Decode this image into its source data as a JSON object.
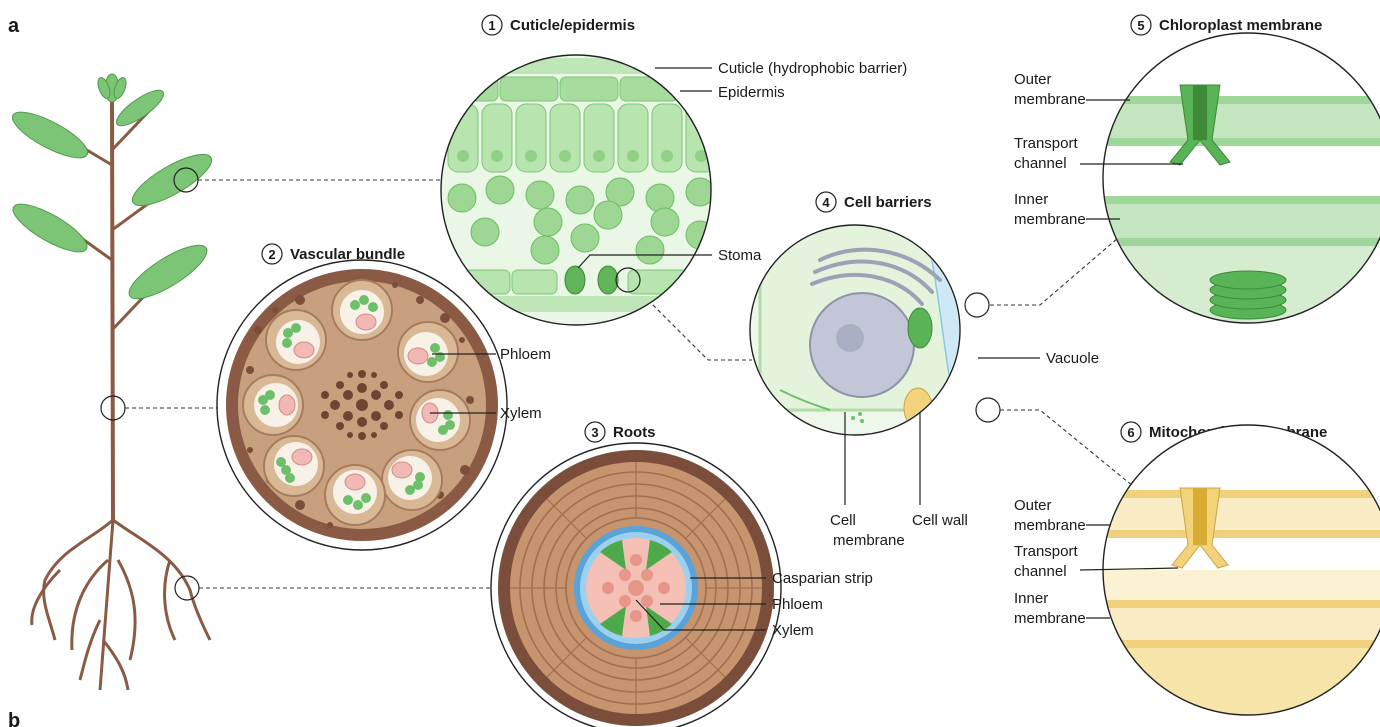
{
  "panel_a": "a",
  "panel_b": "b",
  "section1": {
    "number": "1",
    "title": "Cuticle/epidermis",
    "labels": {
      "cuticle": "Cuticle (hydrophobic barrier)",
      "epidermis": "Epidermis",
      "stoma": "Stoma"
    }
  },
  "section2": {
    "number": "2",
    "title": "Vascular bundle",
    "labels": {
      "phloem": "Phloem",
      "xylem": "Xylem"
    }
  },
  "section3": {
    "number": "3",
    "title": "Roots",
    "labels": {
      "casparian": "Casparian strip",
      "phloem": "Phloem",
      "xylem": "Xylem"
    }
  },
  "section4": {
    "number": "4",
    "title": "Cell barriers",
    "labels": {
      "vacuole": "Vacuole",
      "cell_membrane_1": "Cell",
      "cell_membrane_2": "membrane",
      "cell_wall": "Cell wall"
    }
  },
  "section5": {
    "number": "5",
    "title": "Chloroplast membrane",
    "labels": {
      "outer_1": "Outer",
      "outer_2": "membrane",
      "transport_1": "Transport",
      "transport_2": "channel",
      "inner_1": "Inner",
      "inner_2": "membrane"
    }
  },
  "section6": {
    "number": "6",
    "title": "Mitochondrial membrane",
    "labels": {
      "outer_1": "Outer",
      "outer_2": "membrane",
      "transport_1": "Transport",
      "transport_2": "channel",
      "inner_1": "Inner",
      "inner_2": "membrane"
    }
  },
  "colors": {
    "leaf": "#7cc576",
    "leaf_dark": "#4e9a4a",
    "stem_brown": "#8a5a45",
    "root_brown": "#7a4e3a",
    "mito_yellow": "#f2d27a",
    "chloro_green": "#6cc06a"
  }
}
